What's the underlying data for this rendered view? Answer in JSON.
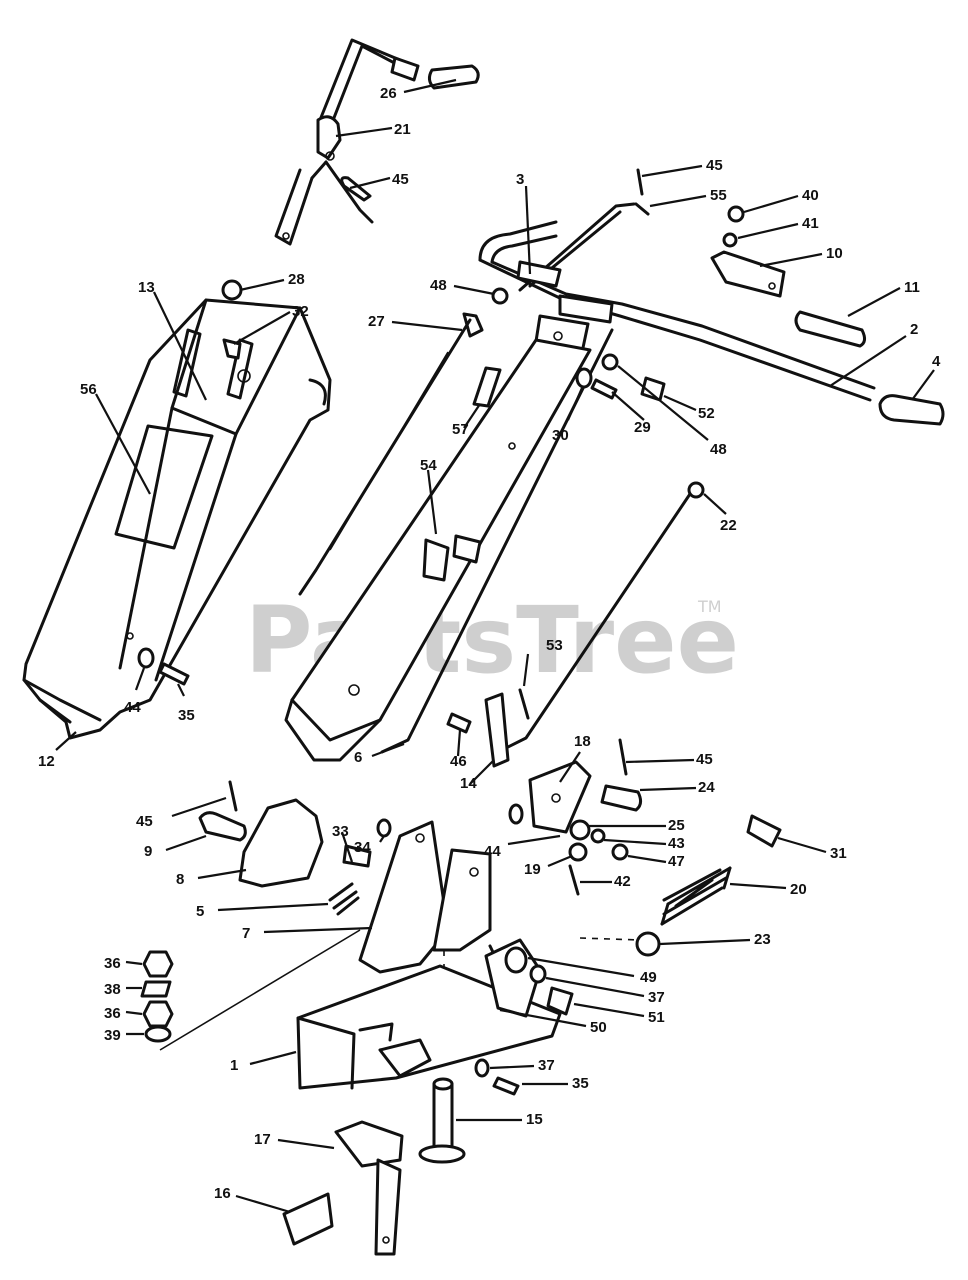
{
  "watermark": {
    "text": "PartsTree",
    "tm": "TM"
  },
  "callouts": [
    "26",
    "21",
    "45",
    "3",
    "45",
    "55",
    "40",
    "41",
    "10",
    "11",
    "2",
    "4",
    "28",
    "13",
    "32",
    "56",
    "48",
    "27",
    "30",
    "29",
    "52",
    "48",
    "57",
    "54",
    "22",
    "53",
    "6",
    "46",
    "14",
    "18",
    "45",
    "24",
    "25",
    "43",
    "47",
    "44",
    "19",
    "42",
    "31",
    "20",
    "23",
    "49",
    "37",
    "51",
    "50",
    "37",
    "35",
    "15",
    "17",
    "16",
    "1",
    "36",
    "38",
    "36",
    "39",
    "7",
    "5",
    "8",
    "9",
    "45",
    "33",
    "34",
    "44",
    "35",
    "12"
  ]
}
